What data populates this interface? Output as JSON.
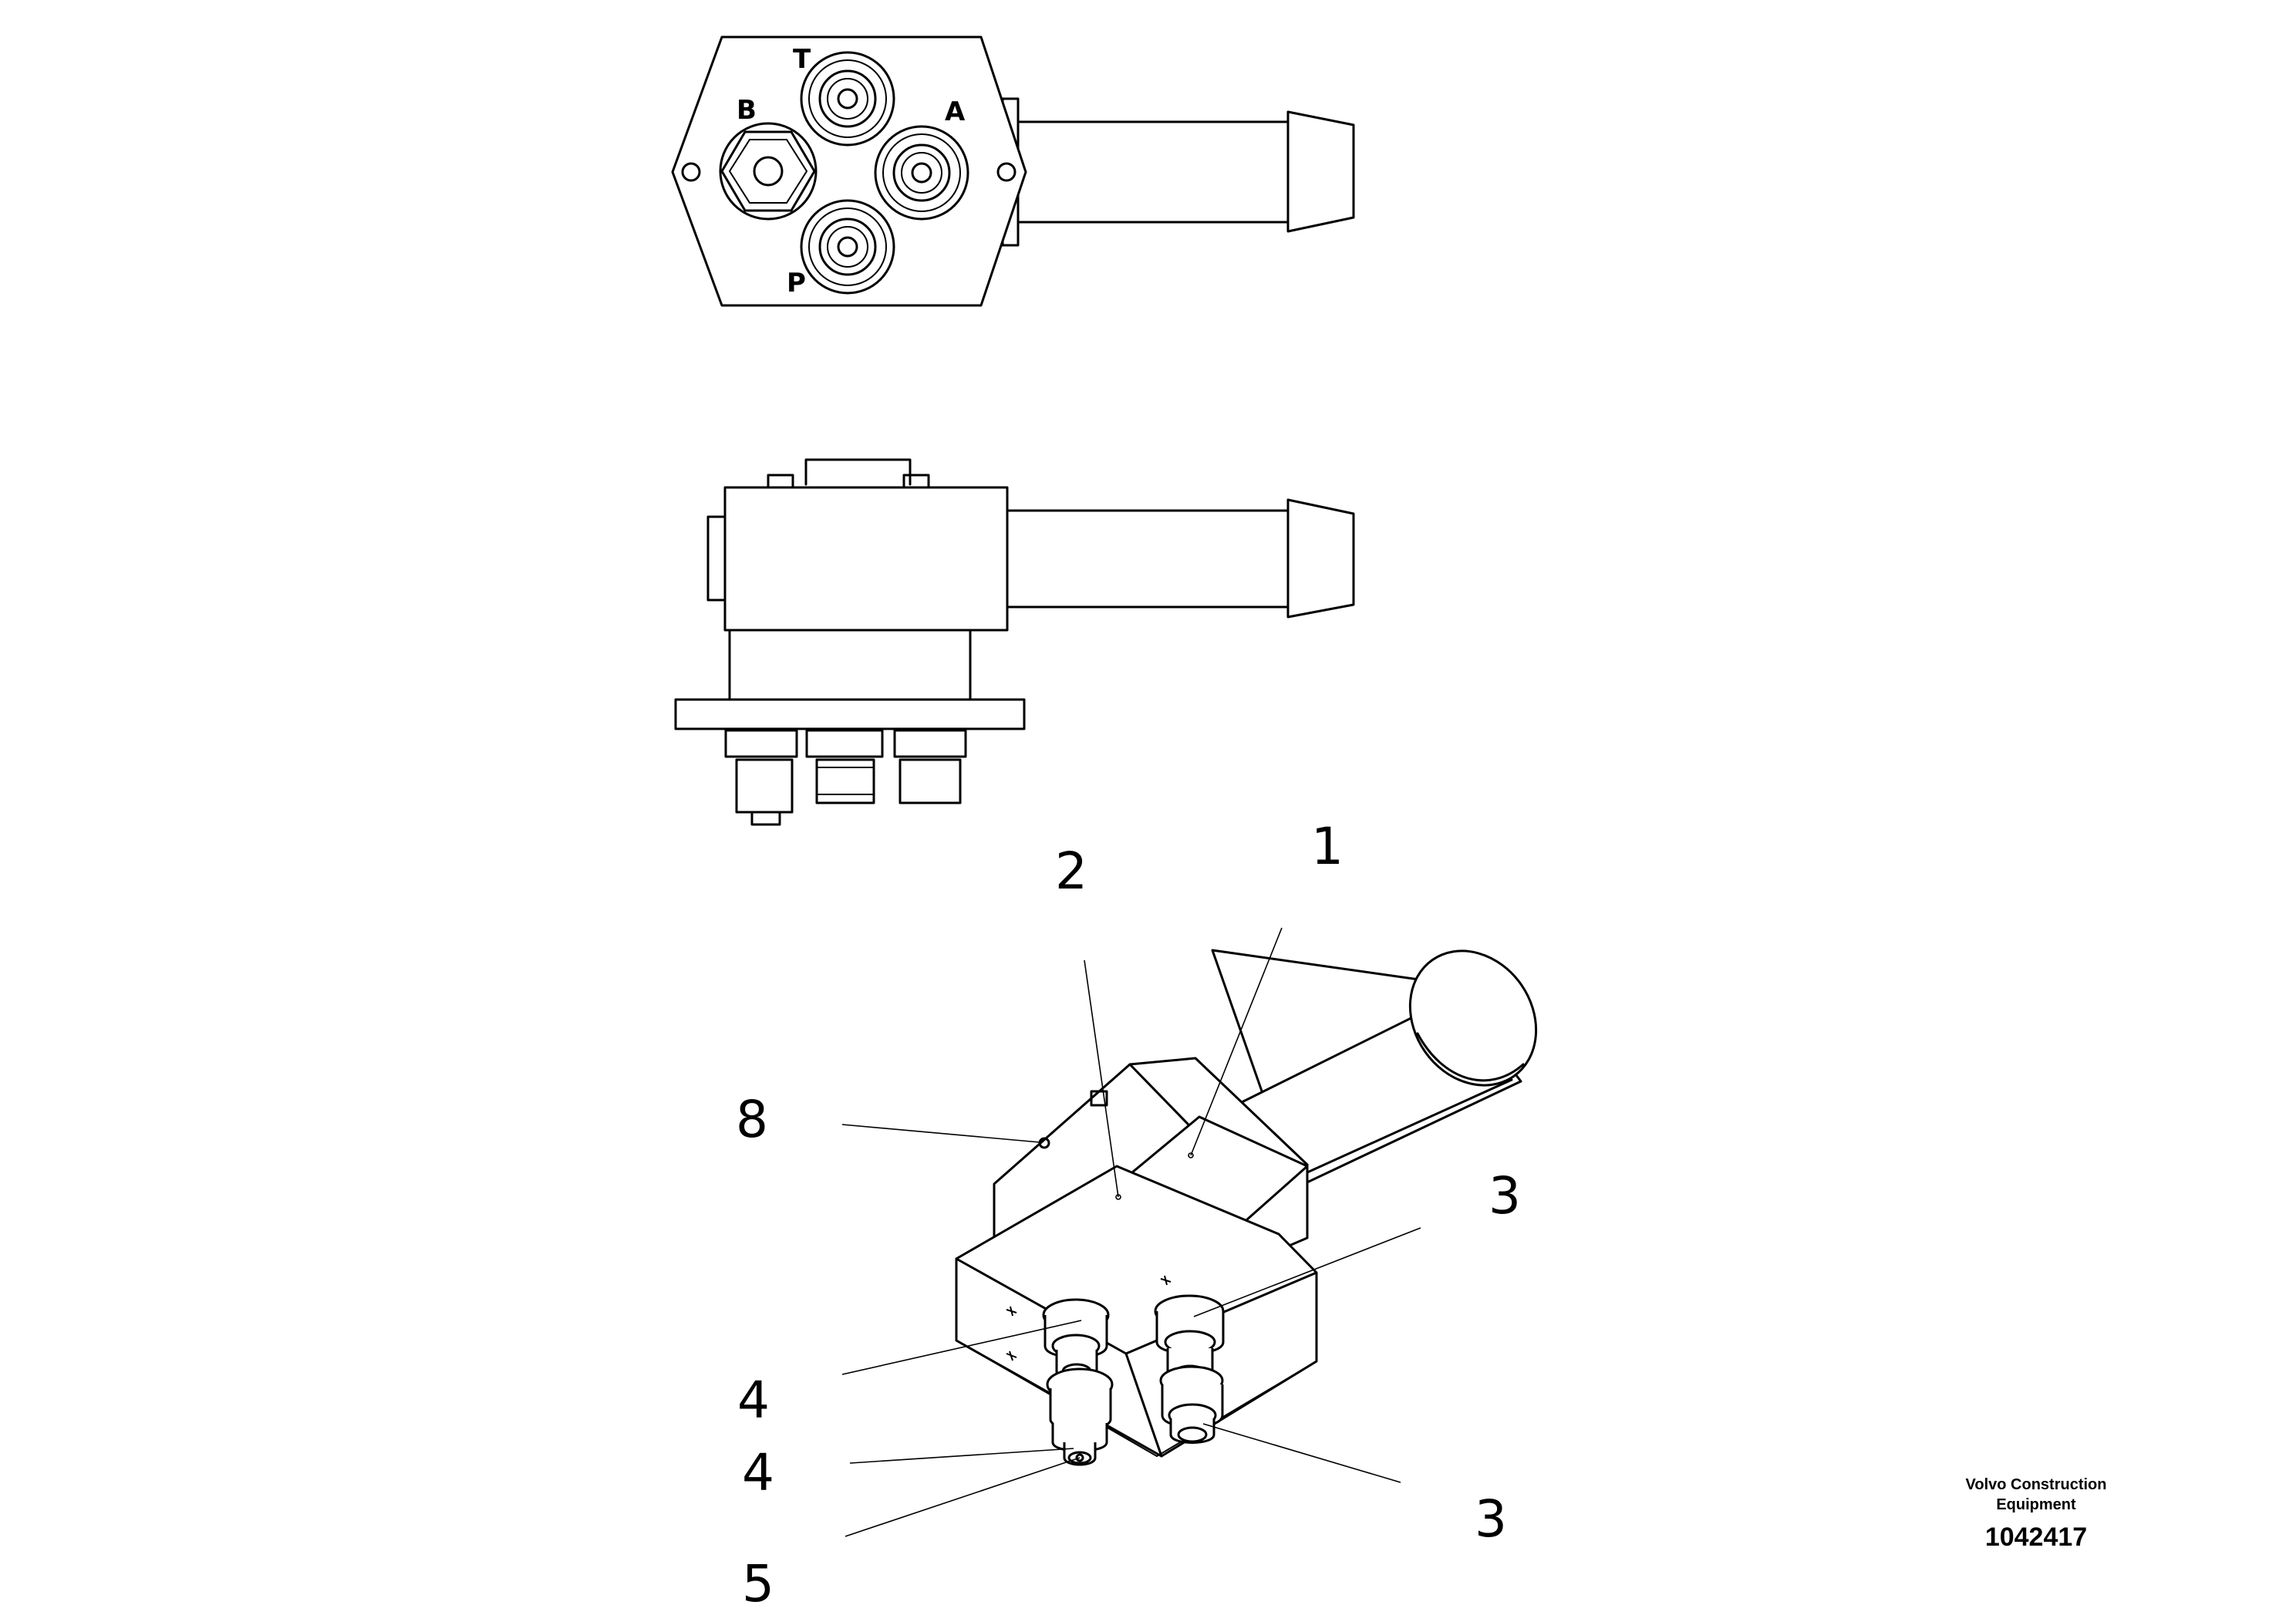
{
  "port_labels": {
    "t": "T",
    "a": "A",
    "b": "B",
    "p": "P"
  },
  "callouts": {
    "c1": "1",
    "c2": "2",
    "c3_upper": "3",
    "c3_lower": "3",
    "c4_upper": "4",
    "c4_lower": "4",
    "c5": "5",
    "c8": "8"
  },
  "footer": {
    "company_line1": "Volvo Construction",
    "company_line2": "Equipment",
    "doc_number": "1042417"
  }
}
